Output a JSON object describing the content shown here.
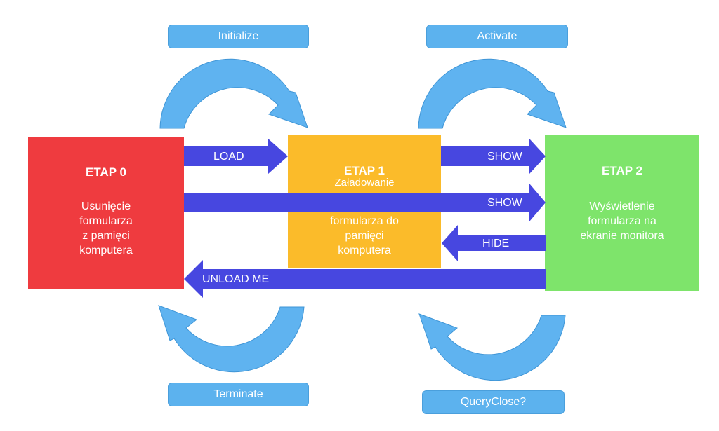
{
  "colors": {
    "stage0": "#ef3b3f",
    "stage1": "#fbbb2a",
    "stage2": "#7ee46b",
    "arrow": "#4747e0",
    "cycle": "#5fb3f0"
  },
  "stages": [
    {
      "title": "ETAP 0",
      "desc_lines": [
        "Usunięcie",
        "formularza",
        "z pamięci",
        "komputera"
      ]
    },
    {
      "title": "ETAP 1",
      "desc_lines": [
        "Załadowanie",
        "formularza do",
        "pamięci",
        "komputera"
      ]
    },
    {
      "title": "ETAP 2",
      "desc_lines": [
        "Wyświetlenie",
        "formularza na",
        "ekranie monitora"
      ]
    }
  ],
  "transitions": {
    "load": "LOAD",
    "show_1_2": "SHOW",
    "show_0_2": "SHOW",
    "hide": "HIDE",
    "unload": "UNLOAD ME"
  },
  "events": {
    "initialize": "Initialize",
    "activate": "Activate",
    "terminate": "Terminate",
    "queryclose": "QueryClose?"
  }
}
